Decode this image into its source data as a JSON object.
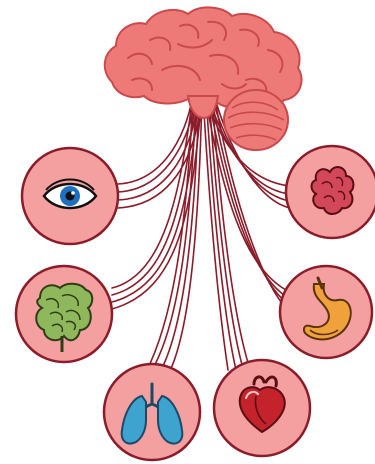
{
  "diagram": {
    "nodes": [
      {
        "id": "brain",
        "icon": "brain-icon"
      },
      {
        "id": "eye",
        "icon": "eye-icon"
      },
      {
        "id": "intestines",
        "icon": "intestines-icon"
      },
      {
        "id": "lungs",
        "icon": "lungs-icon"
      },
      {
        "id": "heart",
        "icon": "heart-icon"
      },
      {
        "id": "stomach",
        "icon": "stomach-icon"
      },
      {
        "id": "pancreas",
        "icon": "pancreas-icon"
      }
    ],
    "edges": [
      {
        "from": "brain",
        "to": "eye"
      },
      {
        "from": "brain",
        "to": "intestines"
      },
      {
        "from": "brain",
        "to": "lungs"
      },
      {
        "from": "brain",
        "to": "heart"
      },
      {
        "from": "brain",
        "to": "stomach"
      },
      {
        "from": "brain",
        "to": "pancreas"
      }
    ]
  },
  "colors": {
    "nerve": "#8b1c2a",
    "circle_fill": "#f4a0a0",
    "circle_stroke": "#8b1c2a",
    "brain": "#ee7a78",
    "brain_dark": "#c9494c",
    "eye_iris": "#1f6fc1",
    "intestine": "#8fb85c",
    "lung": "#3fa3cf",
    "heart": "#c4232b",
    "stomach": "#f0a13c",
    "pancreas": "#d2485a"
  }
}
